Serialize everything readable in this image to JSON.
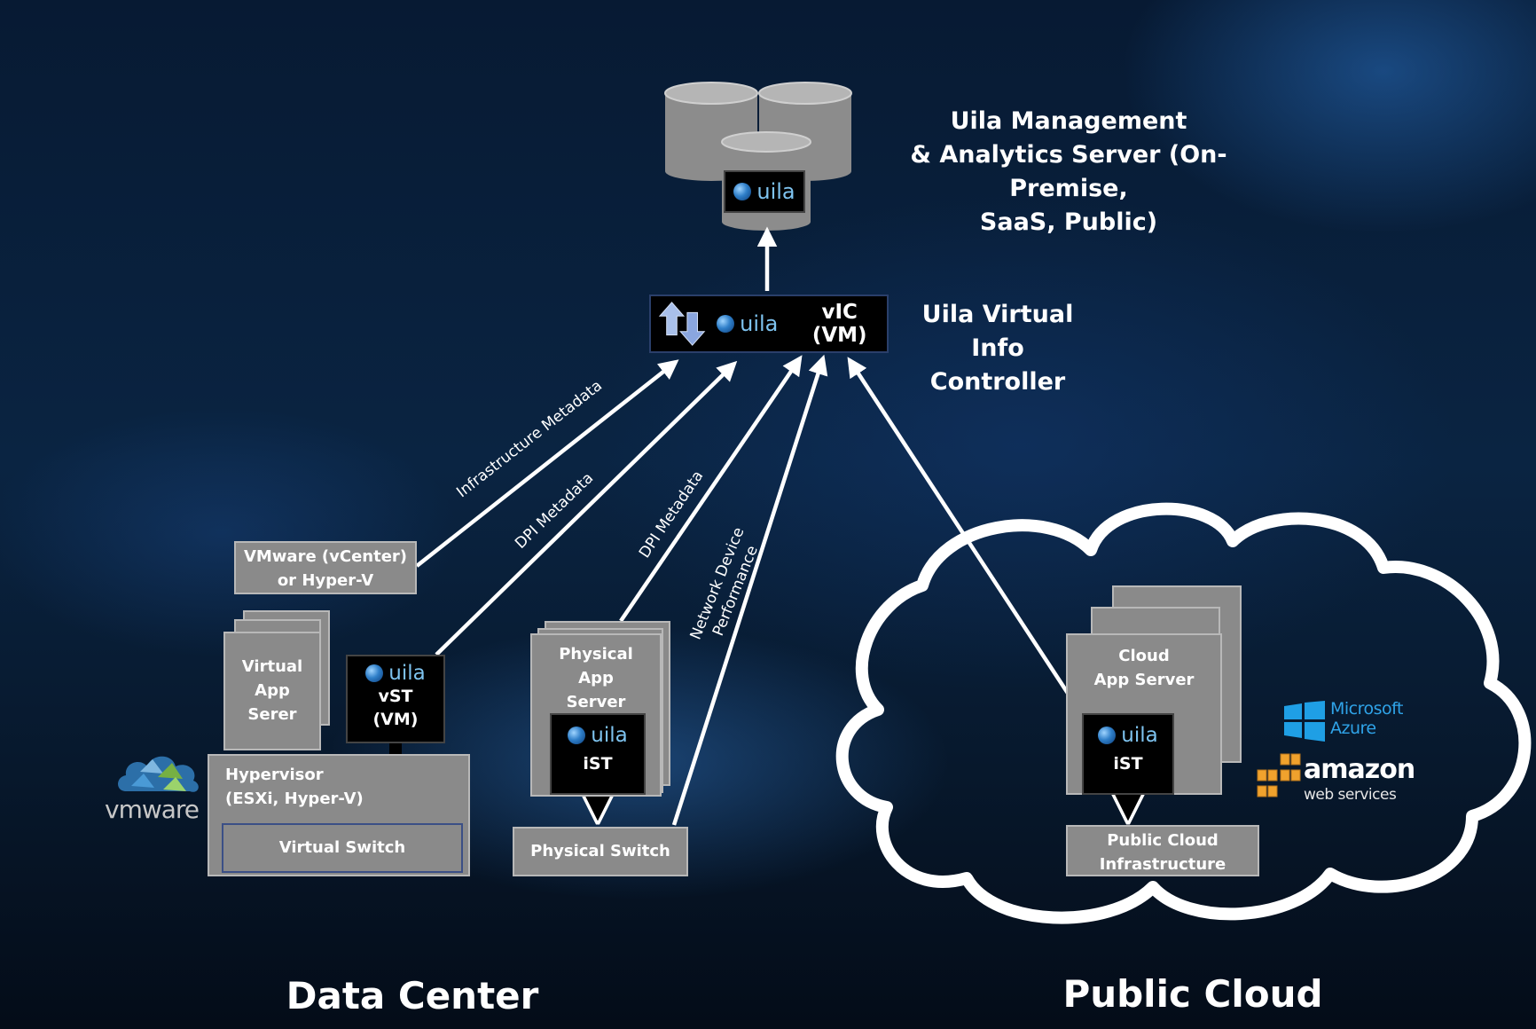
{
  "mgmt_server": {
    "title_line1": "Uila Management",
    "title_line2": "& Analytics Server (On-Premise,",
    "title_line3": "SaaS, Public)",
    "brand": "uila"
  },
  "vic": {
    "brand": "uila",
    "label": "vIC (VM)",
    "title_line1": "Uila Virtual Info",
    "title_line2": "Controller"
  },
  "edges": {
    "infra_metadata": "Infrastructure Metadata",
    "dpi_metadata_1": "DPI Metadata",
    "dpi_metadata_2": "DPI Metadata",
    "net_perf_line1": "Network Device",
    "net_perf_line2": "Performance"
  },
  "data_center": {
    "heading": "Data Center",
    "vmware_line1": "VMware (vCenter)",
    "vmware_line2": "or  Hyper-V",
    "vapp_line1": "Virtual",
    "vapp_line2": "App",
    "vapp_line3": "Serer",
    "vst_brand": "uila",
    "vst_line1": "vST",
    "vst_line2": "(VM)",
    "hypervisor_line1": "Hypervisor",
    "hypervisor_line2": "(ESXi, Hyper-V)",
    "virtual_switch": "Virtual Switch",
    "phys_line1": "Physical",
    "phys_line2": "App",
    "phys_line3": "Server",
    "ist_brand": "uila",
    "ist_label": "iST",
    "physical_switch": "Physical Switch",
    "vmware_logo": "vmware"
  },
  "public_cloud": {
    "heading": "Public Cloud",
    "cloud_line1": "Cloud",
    "cloud_line2": "App Server",
    "ist_brand": "uila",
    "ist_label": "iST",
    "infra_line1": "Public Cloud",
    "infra_line2": "Infrastructure",
    "azure_line1": "Microsoft",
    "azure_line2": "Azure",
    "aws_line1": "amazon",
    "aws_line2": "web services"
  },
  "colors": {
    "box_gray": "#8a8a8a",
    "uila_blue": "#7ec3ef",
    "arrow_white": "#ffffff"
  }
}
